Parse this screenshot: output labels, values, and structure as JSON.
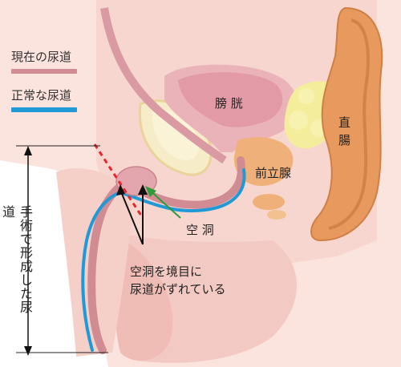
{
  "legend": {
    "current_urethra": "現在の尿道",
    "normal_urethra": "正常な尿道",
    "current_color": "#d18b93",
    "normal_color": "#1f9ad6"
  },
  "labels": {
    "bladder": "膀 胱",
    "rectum": "直\n腸",
    "prostate": "前立腺",
    "cavity": "空 洞",
    "shift_note_line1": "空洞を境目に",
    "shift_note_line2": "尿道がずれている",
    "surgery_urethra": "手術で形成した尿道"
  },
  "colors": {
    "skin": "#f8dcd6",
    "skin_dark": "#eec6bf",
    "bladder": "#e7a3ad",
    "prostate": "#f0b07a",
    "rectum": "#e89a5e",
    "seminal": "#f4ee9c",
    "bone": "#f6ecc8",
    "red_dashed": "#e8262b",
    "green_arrow": "#2f9a3a"
  }
}
